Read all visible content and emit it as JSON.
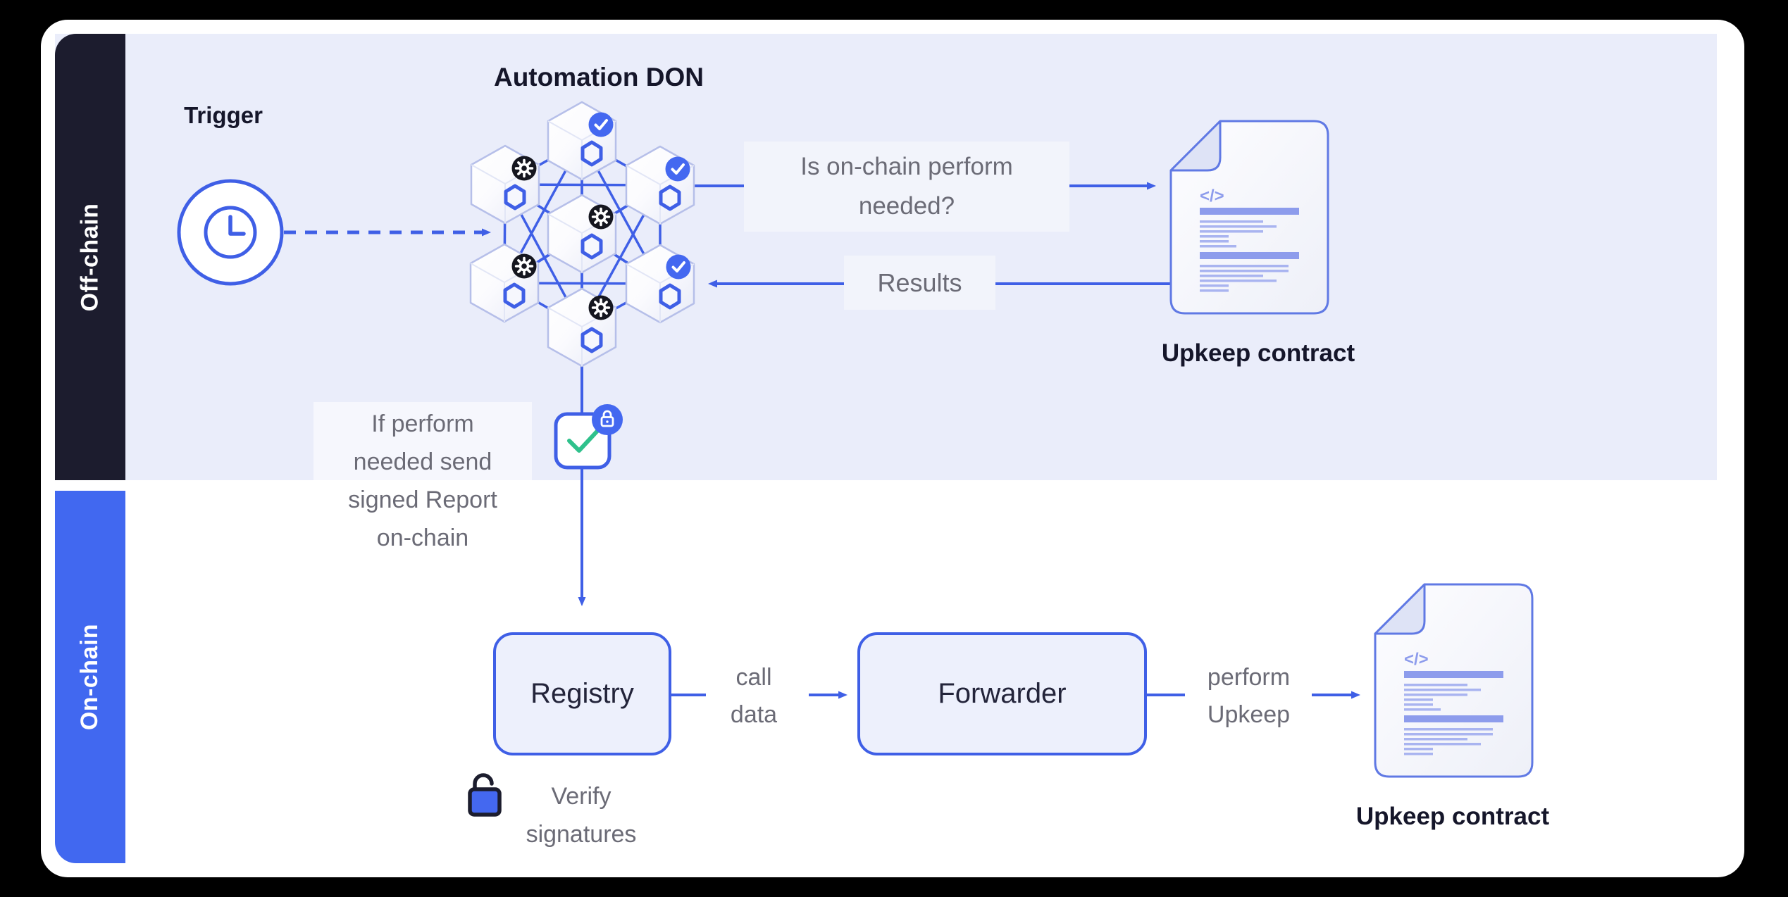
{
  "colors": {
    "accent_blue": "#3f5fe6",
    "royal_blue": "#4168f0",
    "dark_navy": "#1c1c2e",
    "lavender_bg": "#eaedfa",
    "green_check": "#2fc18c",
    "gray_text": "#6b6b76",
    "doc_line": "#a9b4f0"
  },
  "sidebar": {
    "offchain": "Off-chain",
    "onchain": "On-chain"
  },
  "offchain": {
    "trigger": "Trigger",
    "don_title": "Automation DON",
    "question": "Is on-chain perform\nneeded?",
    "results": "Results",
    "upkeep_contract": "Upkeep contract",
    "report_note": "If perform\nneeded send\nsigned Report\non-chain"
  },
  "onchain": {
    "registry": "Registry",
    "call_data": "call\ndata",
    "forwarder": "Forwarder",
    "perform_upkeep": "perform\nUpkeep",
    "verify_signatures": "Verify\nsignatures",
    "upkeep_contract": "Upkeep contract"
  },
  "icons": {
    "code_glyph": "</>",
    "trigger": "clock-icon",
    "don_node": "chainlink-node-icon",
    "approved": "check-badge-icon",
    "compute": "gear-badge-icon",
    "signed_report": "check-square-icon",
    "encrypted": "lock-closed-icon",
    "verify": "lock-open-icon",
    "contract": "code-document-icon"
  }
}
